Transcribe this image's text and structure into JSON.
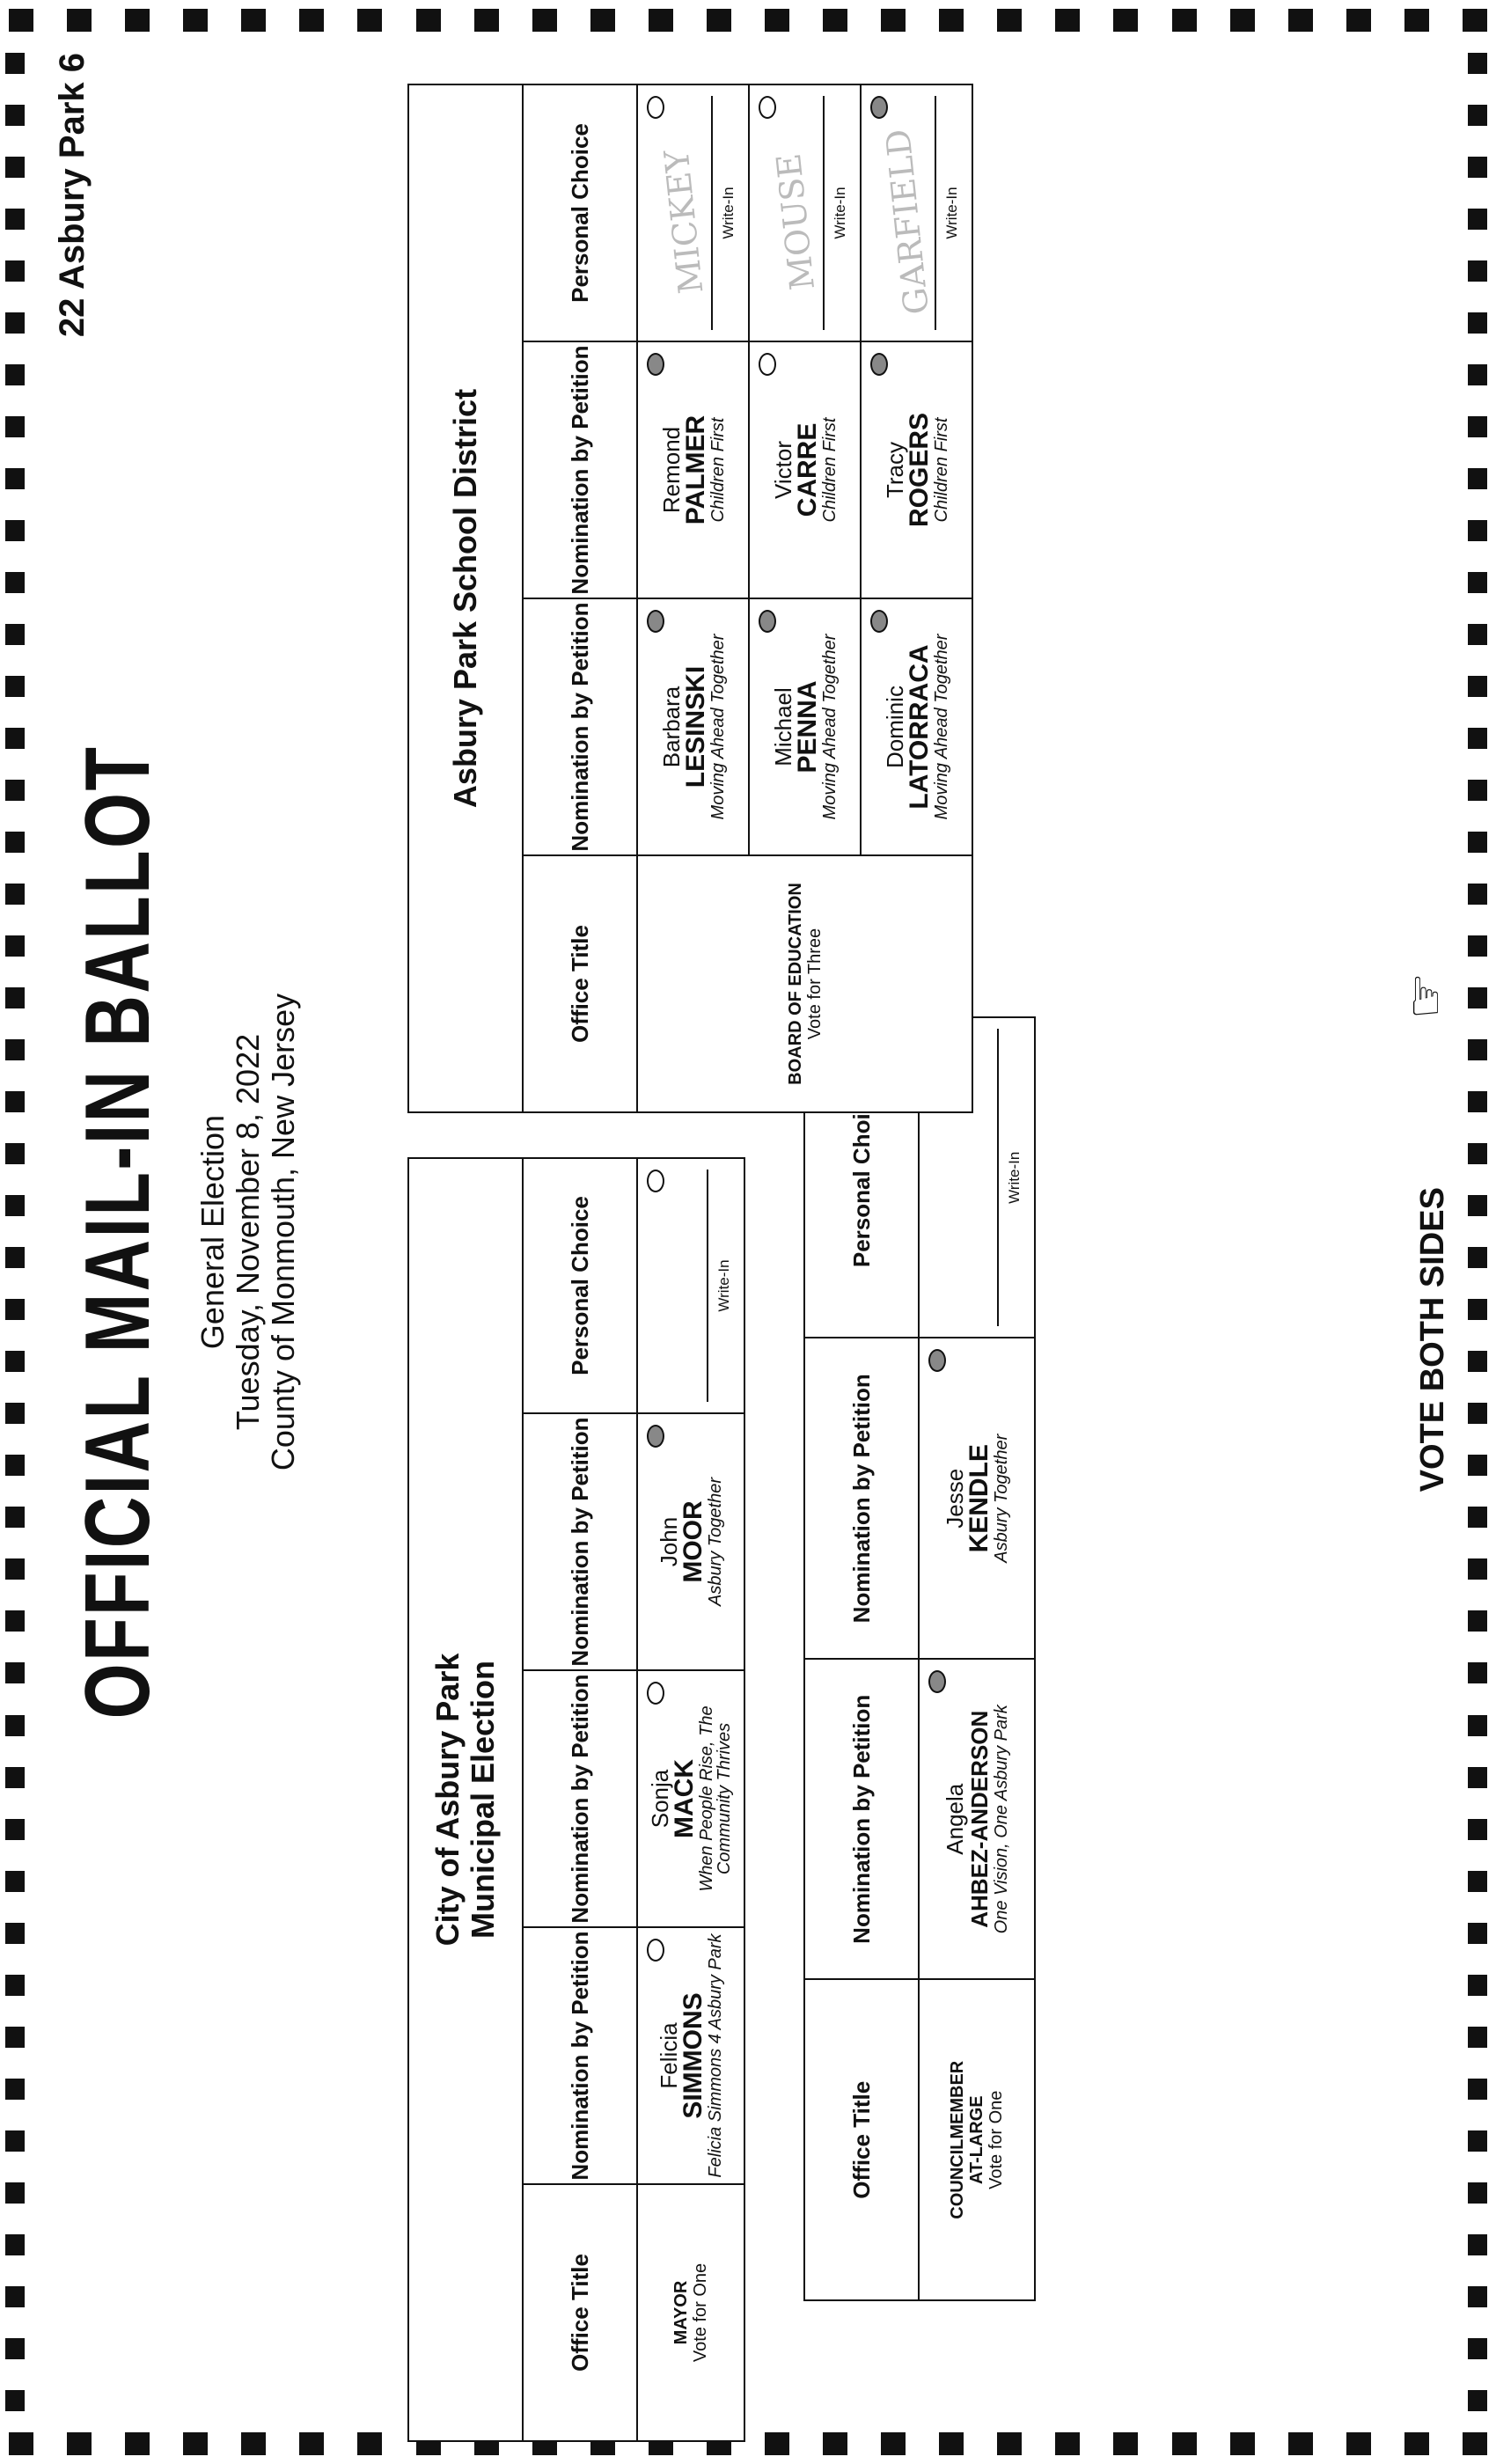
{
  "header": {
    "title": "OFFICIAL MAIL-IN BALLOT",
    "election": "General Election",
    "date": "Tuesday, November 8, 2022",
    "county": "County of Monmouth, New Jersey",
    "district_code": "22 Asbury Park 6"
  },
  "footer": {
    "vote_both_sides": "VOTE BOTH SIDES",
    "hand_icon": "pointing-hand-icon"
  },
  "municipal": {
    "caption_line1": "City of Asbury Park",
    "caption_line2": "Municipal Election",
    "headers": {
      "office": "Office Title",
      "nomination": "Nomination by Petition",
      "personal": "Personal Choice"
    },
    "mayor": {
      "office": "MAYOR",
      "vote_for": "Vote for One",
      "candidates": [
        {
          "first": "Felicia",
          "last": "SIMMONS",
          "party": "Felicia Simmons 4 Asbury Park",
          "marked": false
        },
        {
          "first": "Sonja",
          "last": "MACK",
          "party": "When People Rise, The Community Thrives",
          "marked": false
        },
        {
          "first": "John",
          "last": "MOOR",
          "party": "Asbury Together",
          "marked": true
        }
      ],
      "write_in_label": "Write-In"
    },
    "council": {
      "office_line1": "COUNCILMEMBER",
      "office_line2": "AT-LARGE",
      "vote_for": "Vote for One",
      "candidates": [
        {
          "first": "Angela",
          "last": "AHBEZ-ANDERSON",
          "party": "One Vision, One Asbury Park",
          "marked": true
        },
        {
          "first": "Jesse",
          "last": "KENDLE",
          "party": "Asbury Together",
          "marked": true
        }
      ],
      "write_in_label": "Write-In"
    }
  },
  "school": {
    "caption": "Asbury Park School District",
    "headers": {
      "office": "Office Title",
      "nomination": "Nomination by Petition",
      "personal": "Personal Choice"
    },
    "office": "BOARD OF EDUCATION",
    "vote_for": "Vote for Three",
    "rows": [
      {
        "a": {
          "first": "Barbara",
          "last": "LESINSKI",
          "party": "Moving Ahead Together",
          "marked": true
        },
        "b": {
          "first": "Remond",
          "last": "PALMER",
          "party": "Children First",
          "marked": true
        },
        "write_in": "MICKEY"
      },
      {
        "a": {
          "first": "Michael",
          "last": "PENNA",
          "party": "Moving Ahead Together",
          "marked": true
        },
        "b": {
          "first": "Victor",
          "last": "CARRE",
          "party": "Children First",
          "marked": false
        },
        "write_in": "MOUSE"
      },
      {
        "a": {
          "first": "Dominic",
          "last": "LATORRACA",
          "party": "Moving Ahead Together",
          "marked": true
        },
        "b": {
          "first": "Tracy",
          "last": "ROGERS",
          "party": "Children First",
          "marked": true
        },
        "write_in": "GARFIELD"
      }
    ],
    "write_in_label": "Write-In"
  }
}
